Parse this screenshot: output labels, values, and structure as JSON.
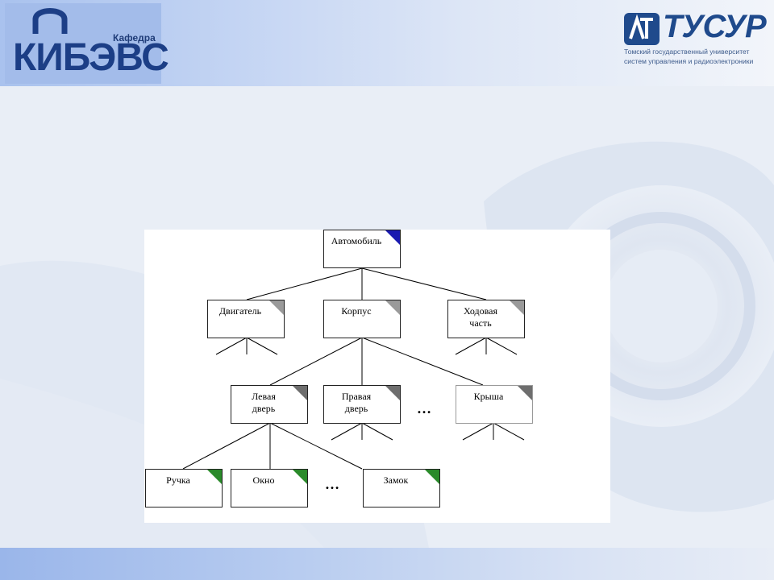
{
  "header": {
    "left_logo": {
      "caption": "Кафедра",
      "name": "КИБЭВС"
    },
    "right_logo": {
      "name": "ТУСУР",
      "subtitle_line1": "Томский государственный университет",
      "subtitle_line2": "систем управления и радиоэлектроники"
    }
  },
  "colors": {
    "marker_root": "#1a1ab0",
    "marker_mid": "#9a9a9a",
    "marker_leaf": "#2a8a2a"
  },
  "diagram": {
    "root": "Автомобиль",
    "level1": [
      "Двигатель",
      "Корпус",
      "Ходовая\nчасть"
    ],
    "level2": [
      "Левая\nдверь",
      "Правая\nдверь",
      "Крыша"
    ],
    "level3": [
      "Ручка",
      "Окно",
      "Замок"
    ],
    "ellipsis_level2": "…",
    "ellipsis_level3": "…"
  }
}
